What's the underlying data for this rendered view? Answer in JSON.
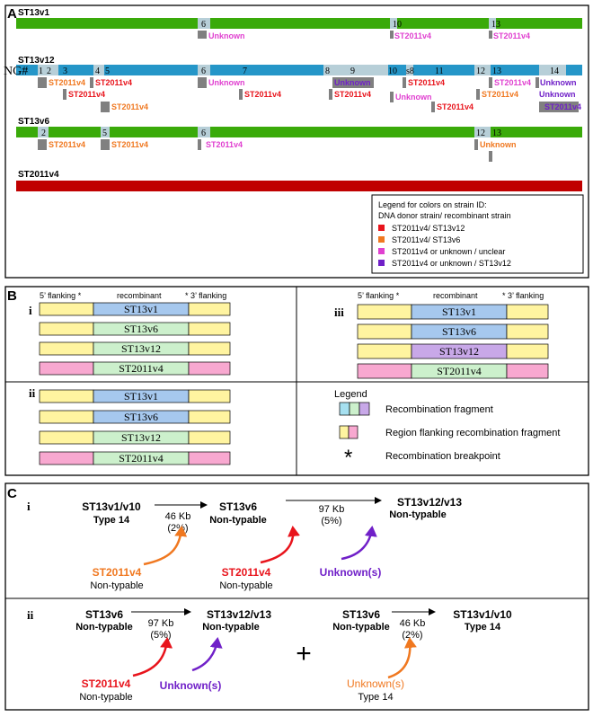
{
  "colors": {
    "green": "#3aaa0a",
    "blue": "#2596c8",
    "light_seg": "#b7cfd8",
    "dark_red": "#c00000",
    "red": "#e8141c",
    "orange": "#f07820",
    "magenta": "#e040d0",
    "purple": "#7020c8",
    "gray": "#808080",
    "frag_blue": "#a6c8ee",
    "frag_green": "#ccf0cc",
    "frag_purple": "#c8a8e8",
    "flank_yellow": "#fff4a0",
    "flank_pink": "#f8a8d0"
  },
  "panelA": {
    "letter": "A",
    "tracks": {
      "v1": "ST13v1",
      "v12": "ST13v12",
      "v6": "ST13v6",
      "st2011": "ST2011v4"
    },
    "ng_label": "NG#",
    "nums": [
      "6",
      "10",
      "13",
      "1",
      "2",
      "3",
      "4",
      "5",
      "6",
      "7",
      "8",
      "9",
      "10",
      "s8",
      "11",
      "12",
      "13",
      "14",
      "2",
      "5",
      "6",
      "12",
      "13"
    ],
    "annotations": [
      "Unknown",
      "ST2011v4",
      "ST2011v4",
      "ST2011v4",
      "ST2011v4",
      "ST2011v4",
      "ST2011v4",
      "Unknown",
      "ST2011v4",
      "Unknown",
      "ST2011v4",
      "Unknown",
      "ST2011v4",
      "ST2011v4",
      "ST2011v4",
      "ST2011v4",
      "Unknown",
      "Unknown",
      "ST2011v4",
      "ST2011v4",
      "ST2011v4",
      "ST2011v4",
      "Unknown"
    ],
    "legend": {
      "title1": "Legend for colors on strain ID:",
      "title2": "DNA donor strain/ recombinant strain",
      "items": [
        "ST2011v4/ ST13v12",
        "ST2011v4/ ST13v6",
        "ST2011v4 or unknown / unclear",
        "ST2011v4 or unknown / ST13v12"
      ]
    }
  },
  "panelB": {
    "letter": "B",
    "flank5": "5’ flanking *",
    "recomb": "recombinant",
    "flank3": "* 3’ flanking",
    "roman": [
      "i",
      "ii",
      "iii"
    ],
    "labels_i": [
      "ST13v1",
      "ST13v6",
      "ST13v12",
      "ST2011v4"
    ],
    "labels_ii": [
      "ST13v1",
      "ST13v6",
      "ST13v12",
      "ST2011v4"
    ],
    "labels_iii": [
      "ST13v1",
      "ST13v6",
      "ST13v12",
      "ST2011v4"
    ],
    "legend_title": "Legend",
    "legend_items": [
      "Recombination fragment",
      "Region flanking recombination fragment",
      "Recombination breakpoint"
    ],
    "star": "*"
  },
  "panelC": {
    "letter": "C",
    "roman": [
      "i",
      "ii"
    ],
    "i": {
      "s1": "ST13v1/v10",
      "s1_type": "Type 14",
      "k1": "46 Kb",
      "p1": "(2%)",
      "s2": "ST13v6",
      "s2_type": "Non-typable",
      "k2": "97 Kb",
      "p2": "(5%)",
      "s3": "ST13v12/v13",
      "s3_type": "Non-typable",
      "d1": "ST2011v4",
      "d1_type": "Non-typable",
      "d2": "ST2011v4",
      "d2_type": "Non-typable",
      "d3": "Unknown(s)"
    },
    "ii": {
      "s1": "ST13v6",
      "s1_type": "Non-typable",
      "k1": "97 Kb",
      "p1": "(5%)",
      "s2": "ST13v12/v13",
      "s2_type": "Non-typable",
      "d1": "ST2011v4",
      "d1_type": "Non-typable",
      "d2": "Unknown(s)",
      "plus": "+",
      "s3": "ST13v6",
      "s3_type": "Non-typable",
      "k2": "46 Kb",
      "p2": "(2%)",
      "s4": "ST13v1/v10",
      "s4_type": "Type 14",
      "d3": "Unknown(s)",
      "d3_type": "Type 14"
    }
  }
}
